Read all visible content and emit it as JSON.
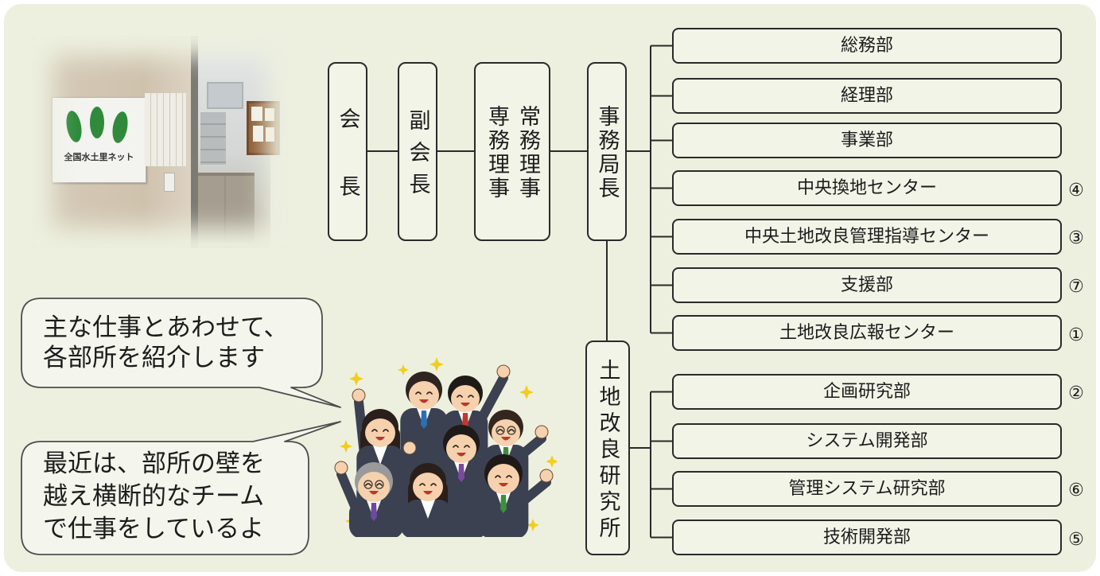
{
  "photo": {
    "sign_text": "全国水土里ネット"
  },
  "org_chart": {
    "president": "会長",
    "vice_president": "副会長",
    "directors": {
      "executive_director": "専務理事",
      "managing_director": "常務理事"
    },
    "secretary_general": "事務局長",
    "institute": "土地改良研究所",
    "secretariat_departments": [
      {
        "name": "総務部"
      },
      {
        "name": "経理部"
      },
      {
        "name": "事業部"
      },
      {
        "name": "中央換地センター",
        "marker": "④"
      },
      {
        "name": "中央土地改良管理指導センター",
        "marker": "③"
      },
      {
        "name": "支援部",
        "marker": "⑦"
      },
      {
        "name": "土地改良広報センター",
        "marker": "①"
      }
    ],
    "institute_departments": [
      {
        "name": "企画研究部",
        "marker": "②"
      },
      {
        "name": "システム開発部"
      },
      {
        "name": "管理システム研究部",
        "marker": "⑥"
      },
      {
        "name": "技術開発部",
        "marker": "⑤"
      }
    ]
  },
  "speech_bubbles": [
    {
      "lines": [
        "主な仕事とあわせて、",
        "各部所を紹介します"
      ]
    },
    {
      "lines": [
        "最近は、部所の壁を",
        "越え横断的なチーム",
        "で仕事をしているよ"
      ]
    }
  ],
  "illustration": {
    "icon": "business-people-cheering-icon",
    "decoration_icon": "star-icon"
  },
  "colors": {
    "panel_background": "#edf0df",
    "box_border": "#2a2a2a",
    "connector": "#2a2a2a",
    "bubble_fill": "#f4f5ec",
    "star": "#f3cd1c",
    "suit": "#3b4150",
    "skin": "#f6d1ad",
    "leaf_green": "#2f8a3c"
  }
}
